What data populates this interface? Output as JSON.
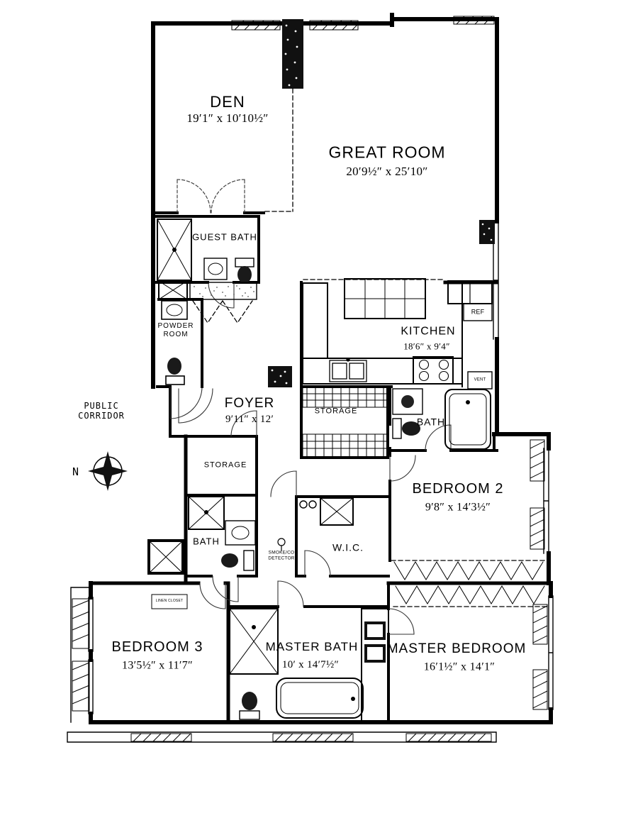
{
  "rooms": {
    "den": {
      "name": "DEN",
      "dims": "19′1″ x 10′10½″"
    },
    "great_room": {
      "name": "GREAT ROOM",
      "dims": "20′9½″ x 25′10″"
    },
    "guest_bath": {
      "name": "GUEST BATH"
    },
    "powder_room": {
      "name": "POWDER\nROOM"
    },
    "kitchen": {
      "name": "KITCHEN",
      "dims": "18′6″ x 9′4″"
    },
    "foyer": {
      "name": "FOYER",
      "dims": "9′11″ x 12′"
    },
    "storage_foyer": {
      "name": "STORAGE"
    },
    "bath_main": {
      "name": "BATH"
    },
    "bedroom_2": {
      "name": "BEDROOM 2",
      "dims": "9′8″ x 14′3½″"
    },
    "wic": {
      "name": "W.I.C."
    },
    "storage_hall": {
      "name": "STORAGE"
    },
    "bath_hall": {
      "name": "BATH"
    },
    "bedroom_3": {
      "name": "BEDROOM 3",
      "dims": "13′5½″ x 11′7″"
    },
    "master_bath": {
      "name": "MASTER BATH",
      "dims": "10′ x 14′7½″"
    },
    "master_bedroom": {
      "name": "MASTER BEDROOM",
      "dims": "16′1½″ x 14′1″"
    }
  },
  "annotations": {
    "public_corridor": "PUBLIC\nCORRIDOR",
    "north": "N",
    "ref": "REF",
    "vent": "VENT",
    "smoke_detector": "SMOKE/CO\nDETECTOR",
    "linen_closet": "LINEN CLOSET"
  }
}
